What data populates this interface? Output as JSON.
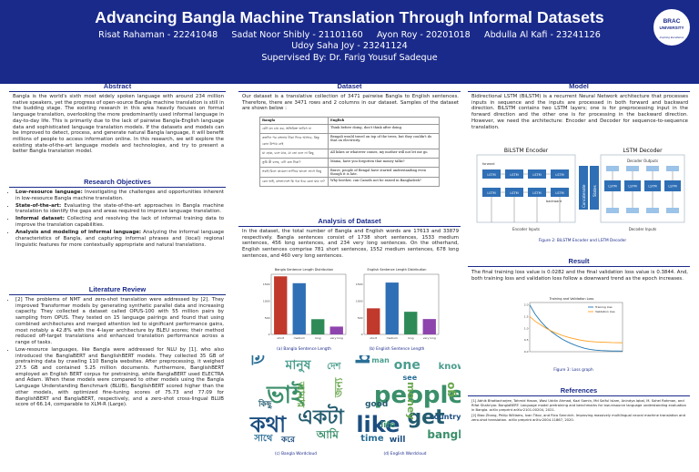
{
  "header": {
    "title": "Advancing Bangla Machine Translation Through Informal Datasets",
    "authors_line1": "Risat Rahaman - 22241048     Sadat Noor Shibly - 21101160     Ayon Roy - 20201018     Abdulla Al Kafi - 23241126",
    "authors_line2": "Udoy Saha Joy - 23241124",
    "supervisor": "Supervised By: Dr. Farig Yousuf Sadeque",
    "logo_line1": "BRAC",
    "logo_line2": "UNIVERSITY",
    "logo_motto": "Inspiring Excellence"
  },
  "abstract": {
    "heading": "Abstract",
    "text": "Bangla is the world's sixth most widely spoken language with around 234 million native speakers, yet the progress of open-source Bangla machine translation is still in the budding stage. The existing research in this area heavily focuses on formal language translation, overlooking the more predominantly used informal language in day-to-day life. This is primarily due to the lack of pairwise Bangla-English language data and sophisticated language translation models. If the datasets and models can be improved to detect, process, and generate natural Bangla language, it will benefit millions of people to access information online. In this research, we will explore the existing state-of-the-art language models and technologies, and try to present a better Bangla translation model."
  },
  "objectives": {
    "heading": "Research Objectives",
    "items": [
      {
        "b": "Low-resource language:",
        "t": " Investigating the challenges and opportunities inherent in low-resource Bangla machine translation."
      },
      {
        "b": "State-of-the-art:",
        "t": " Evaluating the state-of-the-art approaches in Bangla machine translation to identify the gaps and areas required to improve language translation."
      },
      {
        "b": "Informal dataset:",
        "t": " Collecting and resolving the lack of informal training data to improve the translation capabilities."
      },
      {
        "b": "Analysis and modeling of informal language:",
        "t": " Analyzing the informal language characteristics of Bangla, and capturing informal phrases and (local) regional linguistic features for more contextually appropriate and natural translations."
      }
    ]
  },
  "literature": {
    "heading": "Literature Review",
    "items": [
      "[2] The problems of NMT and zero-shot translation were addressed by [2]. They improved Transformer models by generating synthetic parallel data and increasing capacity. They collected a dataset called OPUS-100 with 55 million pairs by sampling from OPUS. They tested on 15 language pairings and found that using combined architectures and merged attention led to significant performance gains, most notably a 42.8% with the 4-layer architecture by BLEU scores; their method reduced off-target translations and enhanced translation performance across a range of tasks.",
      "Low-resource languages, like Bangla were addressed for NLU by [1], who also introduced the BanglaBERT and BanglishBERT models. They collected 35 GB of pretraining data by crawling 110 Bangla websites. After preprocessing, it weighed 27.5 GB and contained 5.25 million documents. Furthermore, BanglishBERT employed an English BERT corpus for pretraining, while BanglaBERT used ELECTRA and Adam. When these models were compared to other models using the Bangla Language Understanding Benchmark (BLUB), BanglishBERT scored higher than the other models, with optimized fine-tuning scores of 75.73 and 77.09 for BanglishBERT and BanglaBERT, respectively, and a zero-shot cross-lingual BLUB score of 66.14, comparable to XLM-R (Large)."
    ]
  },
  "dataset": {
    "heading": "Dataset",
    "text": "Our dataset is a translative collection of 3471 pairwise Bangla to English sentences. Therefore, there are 3471 rows and 2 columns in our dataset. Samples of the dataset are shown below :",
    "table_headers": [
      "Bangla",
      "English"
    ],
    "table_rows": [
      [
        "যেটা মন চায় কর, অতিরিক্ত ভাবিস না",
        "Think before doing, don't think after doing."
      ],
      [
        "কতদিন পর বাংলায় টাকা ফিরে আসবে, কিন্তু কোন উপায় নেই",
        "Bengali would travel on top of the trees, but they couldn't do that on electricity."
      ],
      [
        "যা হোক, চলে যাও, মা তো বলে না কিছু",
        "All hikes or whatever comes, my mother will not let me go."
      ],
      [
        "তুমি কী বলছ, এটা কত টাকা?",
        "Mama, have you forgotten that money talks?"
      ],
      [
        "সবাই মিলে ঝামেলা লাগিয়ে ভালো লাগে কিছু",
        "Brave, people of Bengal have started understanding even though it is late."
      ],
      [
        "কেন ভাই, বাংলাদেশে কি গরু ধরে কেনা যায় না?",
        "Why brother, can Camels not be raised in Bangladesh?"
      ]
    ]
  },
  "analysis": {
    "heading": "Analysis of Dataset",
    "text": "In the dataset, the total number of Bangla and English words are 17613 and 33879 respectively. Bangla sentences consist of 1738 short sentences, 1533 medium sentences, 456 long sentences, and 234 very long sentences. On the otherhand, English sentences comprise 781 short sentences, 1552 medium sentences, 678 long sentences, and 460 very long sentences.",
    "cap_a": "(a) Bangla Sentence Length",
    "cap_b": "(b) English Sentence Length",
    "cap_c": "(c) Bangla Wordcloud",
    "cap_d": "(d) English Wordcloud"
  },
  "model": {
    "heading": "Model",
    "text": "Bidirectional LSTM (BiLSTM) is a recurrent Neural Network architecture that processes inputs in sequence and the inputs are processed in both forward and backward direction. BiLSTM contains two LSTM layers; one is for preprocessing input in the forward direction and the other one is for processing in the backward direction. However, we need the architecture: Encoder and Decoder for sequence-to-sequence translation.",
    "enc_label": "BiLSTM Encoder",
    "dec_label": "LSTM Decoder",
    "forward": "forward",
    "backward": "backward",
    "enc_inputs": "Encoder Inputs",
    "dec_inputs": "Decoder Inputs",
    "dec_outputs": "Decoder Outputs",
    "concat": "Concatenate",
    "states": "States",
    "cell": "LSTM",
    "caption": "Figure 2: BiLSTM Encoder and LSTM Decoder"
  },
  "result": {
    "heading": "Result",
    "text": "The final training loss value is 0.0282 and the final validation loss value is 0.3844. And, both training loss and validation loss follow a downward trend as the epoch increases.",
    "caption": "Figure 3: Loss graph"
  },
  "references": {
    "heading": "References",
    "items": [
      "[1] Abhik Bhattacharjee, Tahmid Hasan, Wasi Uddin Ahmad, Kazi Samin, Md Saiful Islam, Anindya Iqbal, M. Sohel Rahman, and Rifat Shahriyar. BanglaBERT: Language model pretraining and benchmarks for low-resource language understanding evaluation in Bangla. arXiv preprint arXiv:2101.00204, 2021.",
      "[2] Biao Zhang, Philip Williams, Ivan Titov, and Rico Sennrich. Improving massively multilingual neural machine translation and zero-shot translation. arXiv preprint arXiv:2004.11867, 2020."
    ]
  },
  "chart_data": [
    {
      "type": "bar",
      "title": "Bangla Sentence Length Distribution",
      "categories": [
        "short",
        "medium",
        "long",
        "very long"
      ],
      "values": [
        1738,
        1533,
        456,
        234
      ],
      "colors": [
        "#c0392b",
        "#2f6fb5",
        "#2e8b57",
        "#8e44ad"
      ]
    },
    {
      "type": "bar",
      "title": "English Sentence Length Distribution",
      "categories": [
        "short",
        "medium",
        "long",
        "very long"
      ],
      "values": [
        781,
        1552,
        678,
        460
      ],
      "colors": [
        "#c0392b",
        "#2f6fb5",
        "#2e8b57",
        "#8e44ad"
      ]
    },
    {
      "type": "line",
      "title": "Training and Validation Loss",
      "series": [
        {
          "name": "Training loss",
          "final": 0.0282,
          "values": [
            2.0,
            1.6,
            1.3,
            1.05,
            0.85,
            0.68,
            0.53,
            0.41,
            0.31,
            0.22,
            0.15,
            0.1,
            0.07,
            0.05,
            0.04,
            0.033,
            0.03,
            0.028
          ]
        },
        {
          "name": "Validation loss",
          "final": 0.3844,
          "values": [
            1.5,
            1.3,
            1.15,
            1.0,
            0.88,
            0.78,
            0.69,
            0.62,
            0.56,
            0.51,
            0.47,
            0.44,
            0.42,
            0.41,
            0.4,
            0.39,
            0.387,
            0.384
          ]
        }
      ]
    }
  ],
  "wordclouds": {
    "bangla": [
      "ভালো",
      "ভাই",
      "কথা",
      "মানুষ",
      "একটা",
      "আমার",
      "সাথে",
      "আমি",
      "করে",
      "দেশ",
      "কিছু",
      "জন্য"
    ],
    "english": [
      "brother",
      "people",
      "like",
      "one",
      "get",
      "money",
      "time",
      "bangladesh",
      "will",
      "know",
      "good",
      "go",
      "see",
      "life",
      "country",
      "man"
    ]
  }
}
